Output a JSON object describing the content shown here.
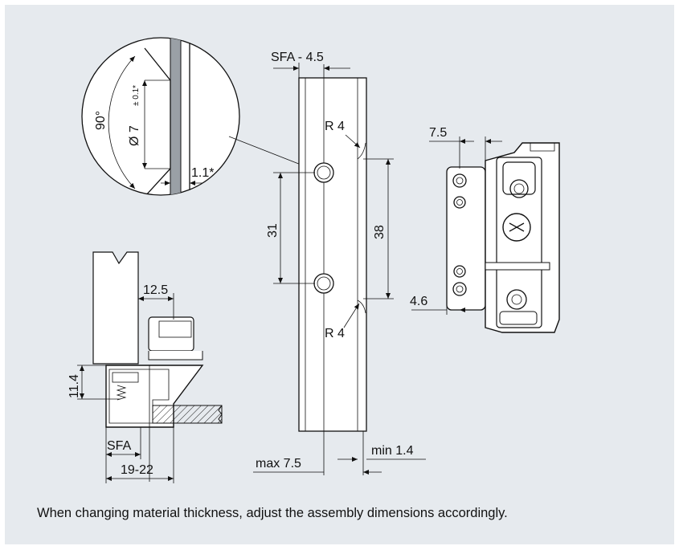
{
  "labels": {
    "angle": "90°",
    "diameter": "Ø 7",
    "diameter_tol": "± 0.1*",
    "chamfer": "1.1*",
    "sfa_minus": "SFA - 4.5",
    "radius_top": "R 4",
    "radius_bottom": "R 4",
    "hole_spacing": "31",
    "slot_length": "38",
    "max_dim": "max 7.5",
    "min_dim": "min 1.4",
    "right_top": "7.5",
    "right_side": "4.6",
    "left_offset": "12.5",
    "left_height": "11.4",
    "sfa": "SFA",
    "thickness_range": "19-22"
  },
  "caption": "When changing material thickness,  adjust the assembly dimensions accordingly.",
  "colors": {
    "panel": "#e6eaee",
    "line": "#111111",
    "fill_light": "#ffffff",
    "fill_grey": "#9aa0a6"
  }
}
